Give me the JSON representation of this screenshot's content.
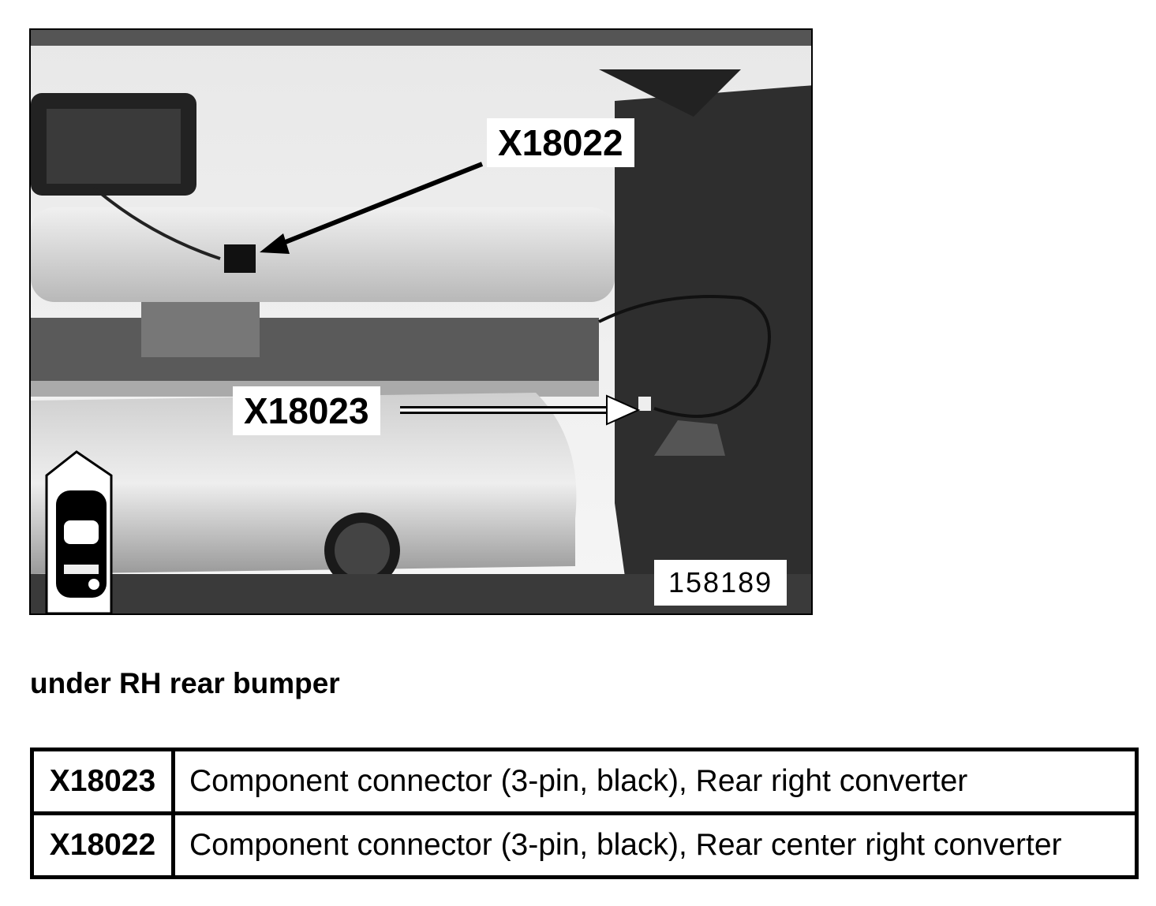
{
  "figure": {
    "callouts": [
      "X18022",
      "X18023"
    ],
    "figure_number": "158189",
    "icon": "car-top-view-rear-indicator-icon"
  },
  "caption": "under RH rear bumper",
  "legend": [
    {
      "code": "X18023",
      "description": "Component connector (3-pin, black), Rear right converter"
    },
    {
      "code": "X18022",
      "description": "Component connector (3-pin, black), Rear center right converter"
    }
  ]
}
